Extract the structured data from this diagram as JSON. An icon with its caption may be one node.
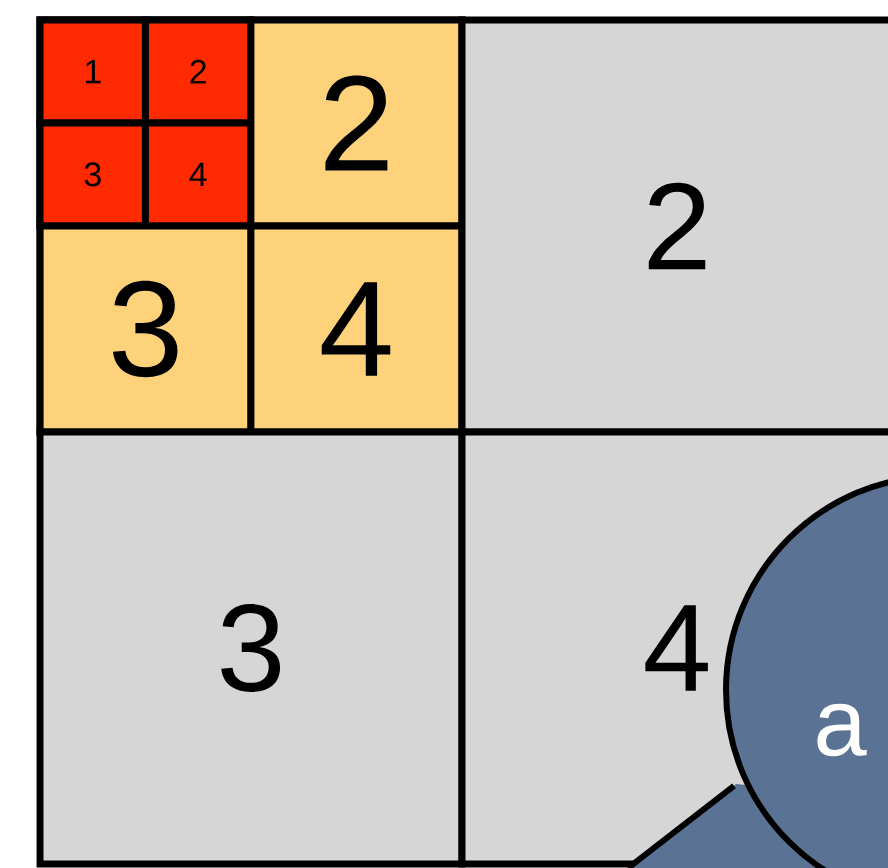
{
  "diagram": {
    "nodes": [
      {
        "text": [],
        "shape": "box"
      },
      {
        "text": [],
        "shape": "box",
        "in": 0
      },
      {
        "text": [
          "1"
        ],
        "in": 1
      },
      {
        "text": [
          "2"
        ],
        "in": 1
      },
      {
        "text": [
          "3"
        ],
        "in": 1
      },
      {
        "text": [
          "4"
        ],
        "in": 1
      },
      {
        "text": [
          "2"
        ],
        "in": 0
      },
      {
        "text": [
          "3"
        ],
        "in": 0
      },
      {
        "text": [
          "4"
        ],
        "in": 0
      },
      {
        "text": [
          "2"
        ]
      },
      {
        "text": [
          "3"
        ]
      },
      {
        "text": [
          "4"
        ]
      },
      {
        "text": [
          "a"
        ]
      }
    ]
  }
}
